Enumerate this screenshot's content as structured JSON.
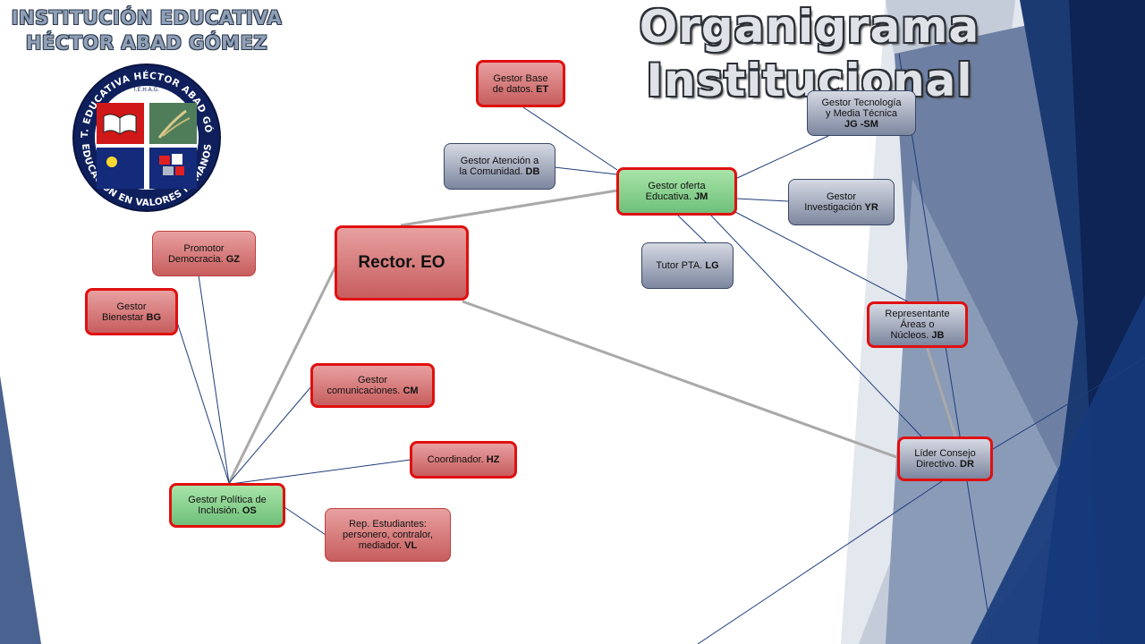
{
  "header": {
    "school_line1": "INSTITUCIÓN EDUCATIVA",
    "school_line2": "HÉCTOR ABAD GÓMEZ",
    "title": "Organigrama Institucional"
  },
  "logo": {
    "ring_text_top": "INST. EDUCATIVA HÉCTOR ABAD GÓMEZ",
    "ring_text_bottom": "EDUCACIÓN EN VALORES HUMANOS",
    "acronym": "I.E.H.A.G."
  },
  "nodes": {
    "rector": "Rector. EO",
    "gestor_base_datos": {
      "text": "Gestor Base\nde datos. ",
      "bold": "ET"
    },
    "gestor_atencion": {
      "text": "Gestor Atención a\nla Comunidad. ",
      "bold": "DB"
    },
    "gestor_oferta": {
      "text": "Gestor oferta\nEducativa. ",
      "bold": "JM"
    },
    "gestor_tecnologia": {
      "text": "Gestor Tecnología\ny Media Técnica\n",
      "bold": "JG -SM"
    },
    "gestor_investigacion": {
      "text": "Gestor\nInvestigación ",
      "bold": "YR"
    },
    "tutor_pta": {
      "text": "Tutor PTA. ",
      "bold": "LG"
    },
    "representante_areas": {
      "text": "Representante\nÁreas o\nNúcleos. ",
      "bold": "JB"
    },
    "lider_consejo": {
      "text": "Líder Consejo\nDirectivo. ",
      "bold": "DR"
    },
    "promotor_democracia": {
      "text": "Promotor\nDemocracia. ",
      "bold": "GZ"
    },
    "gestor_bienestar": {
      "text": "Gestor\nBienestar ",
      "bold": "BG"
    },
    "gestor_comunicaciones": {
      "text": "Gestor\ncomunicaciones. ",
      "bold": "CM"
    },
    "coordinador": {
      "text": "Coordinador. ",
      "bold": "HZ"
    },
    "gestor_politica": {
      "text": "Gestor Política de\nInclusión. ",
      "bold": "OS"
    },
    "rep_estudiantes": {
      "text": "Rep. Estudiantes:\npersonero, contralor,\nmediador. ",
      "bold": "VL"
    }
  },
  "colors": {
    "navy": "#0f2a5a",
    "slate": "#4a628f",
    "node_red_border": "#e01010",
    "node_green": "#8fd49a",
    "node_red_fill": "#d97a7a",
    "node_gray_fill": "#a4abbd"
  }
}
